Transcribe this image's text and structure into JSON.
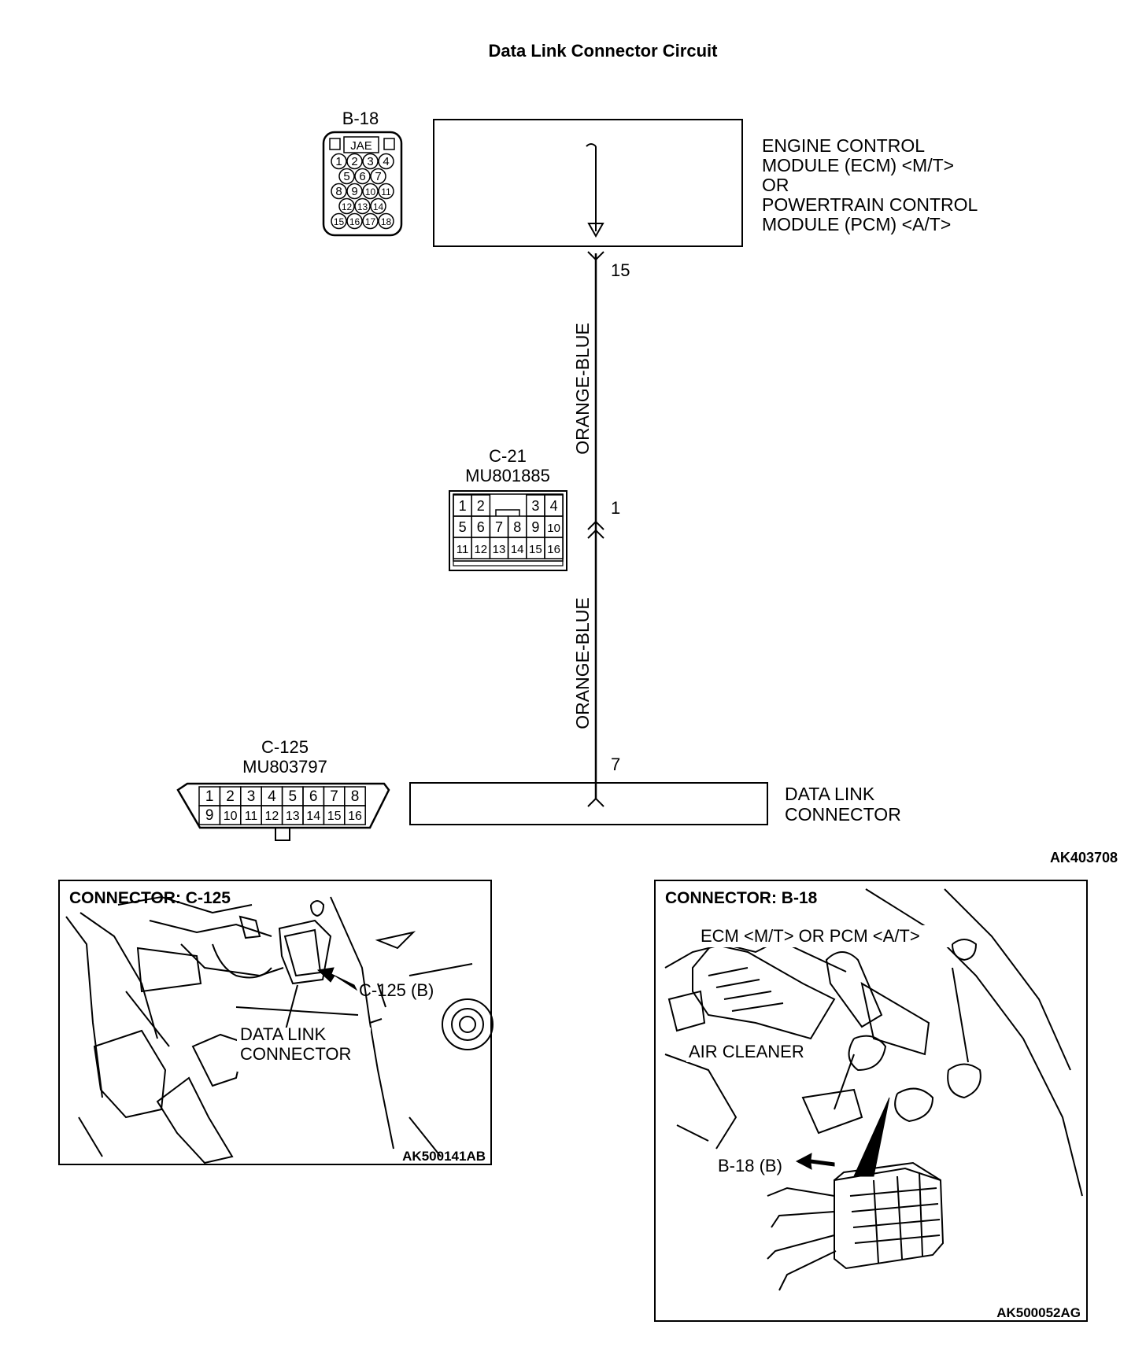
{
  "title": "Data Link Connector Circuit",
  "figure_id": "AK403708",
  "ecm": {
    "lines": [
      "ENGINE CONTROL",
      "MODULE (ECM) <M/T>",
      "OR",
      "POWERTRAIN CONTROL",
      "MODULE (PCM) <A/T>"
    ],
    "pin": "15"
  },
  "wire": {
    "color_upper": "ORANGE-BLUE",
    "color_lower": "ORANGE-BLUE"
  },
  "b18": {
    "label": "B-18",
    "maker": "JAE",
    "rows": [
      [
        "1",
        "2",
        "3",
        "4"
      ],
      [
        "5",
        "6",
        "7"
      ],
      [
        "8",
        "9",
        "10",
        "11"
      ],
      [
        "12",
        "13",
        "14"
      ],
      [
        "15",
        "16",
        "17",
        "18"
      ]
    ]
  },
  "c21": {
    "label": "C-21",
    "part": "MU801885",
    "pin": "1",
    "rows": [
      [
        "1",
        "2",
        "",
        "",
        "3",
        "4"
      ],
      [
        "5",
        "6",
        "7",
        "8",
        "9",
        "10"
      ],
      [
        "11",
        "12",
        "13",
        "14",
        "15",
        "16"
      ]
    ]
  },
  "c125": {
    "label": "C-125",
    "part": "MU803797",
    "rows": [
      [
        "1",
        "2",
        "3",
        "4",
        "5",
        "6",
        "7",
        "8"
      ],
      [
        "9",
        "10",
        "11",
        "12",
        "13",
        "14",
        "15",
        "16"
      ]
    ]
  },
  "dlc": {
    "lines": [
      "DATA LINK",
      "CONNECTOR"
    ],
    "pin": "7"
  },
  "panel_c125": {
    "heading": "CONNECTOR: C-125",
    "callout": "C-125 (B)",
    "label_lines": [
      "DATA LINK",
      "CONNECTOR"
    ],
    "figure_id": "AK500141AB"
  },
  "panel_b18": {
    "heading": "CONNECTOR: B-18",
    "ecm_label": "ECM <M/T> OR PCM <A/T>",
    "air_cleaner": "AIR CLEANER",
    "callout": "B-18 (B)",
    "figure_id": "AK500052AG"
  }
}
